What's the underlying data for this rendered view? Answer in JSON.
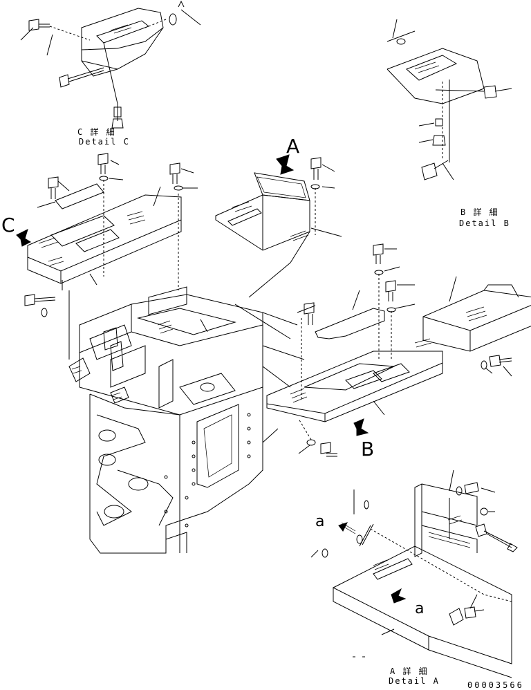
{
  "labels": {
    "detail_c_jp": "C 詳 細",
    "detail_c_en": "Detail C",
    "detail_b_jp": "B 詳 細",
    "detail_b_en": "Detail B",
    "detail_a_jp": "A 詳 細",
    "detail_a_en": "Detail A",
    "view_a": "A",
    "view_b": "B",
    "view_c": "C",
    "view_a_small_1": "a",
    "view_a_small_2": "a",
    "drawing_code": "00003566"
  },
  "colors": {
    "ink": "#000000",
    "paper": "#ffffff"
  }
}
